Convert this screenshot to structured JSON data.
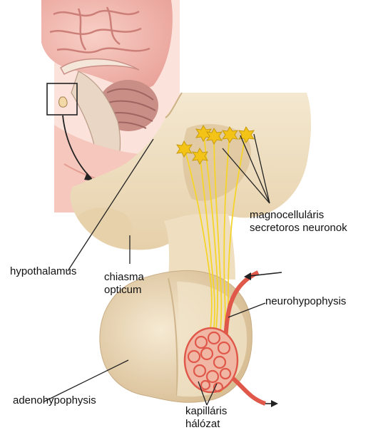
{
  "labels": {
    "magnocellular_line1": "magnocelluláris",
    "magnocellular_line2": "secretoros neuronok",
    "hypothalamus": "hypothalamus",
    "chiasma_line1": "chiasma",
    "chiasma_line2": "opticum",
    "neurohypophysis": "neurohypophysis",
    "adenohypophysis": "adenohypophysis",
    "capillary_line1": "kapilláris",
    "capillary_line2": "hálózat"
  },
  "colors": {
    "tissue": "#efe1c6",
    "tissue_shadow": "#dcc5a0",
    "brain_pink": "#f2b7b0",
    "brain_dark": "#d98a84",
    "neuron_yellow": "#f5d42a",
    "vessel_red": "#e0584a",
    "leader_line": "#222222"
  }
}
